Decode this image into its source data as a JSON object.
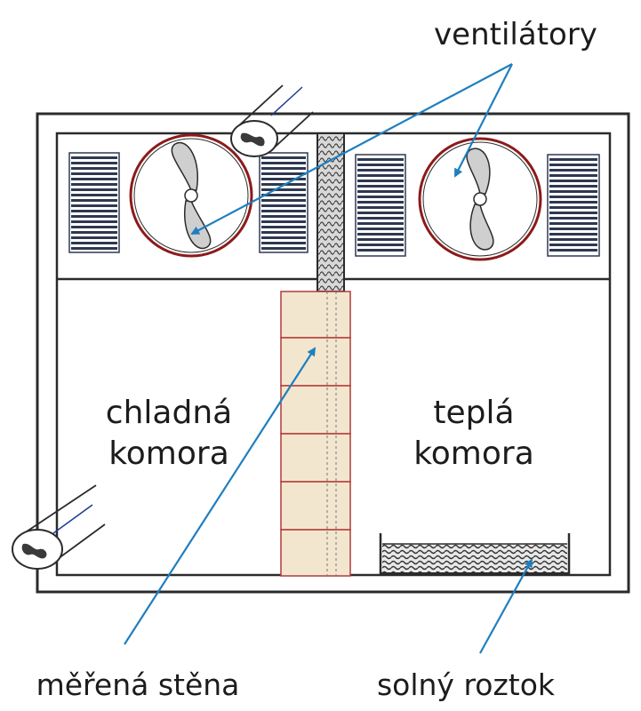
{
  "labels": {
    "fans": "ventilátory",
    "cold_chamber_line1": "chladná",
    "cold_chamber_line2": "komora",
    "warm_chamber_line1": "teplá",
    "warm_chamber_line2": "komora",
    "measured_wall": "měřená stěna",
    "salt_solution": "solný roztok"
  },
  "colors": {
    "outline": "#2b2b2b",
    "arrow": "#1f7fbf",
    "fan_ring": "#8c1a1a",
    "wall_blocks_fill": "#f3e6cf",
    "wall_blocks_stroke": "#b33a3a",
    "louver": "#2e3850",
    "solution": "#3a3a3a"
  },
  "icons": {
    "fan": "fan-icon",
    "louver": "louver-grille",
    "inlet": "inlet-fan-icon"
  }
}
